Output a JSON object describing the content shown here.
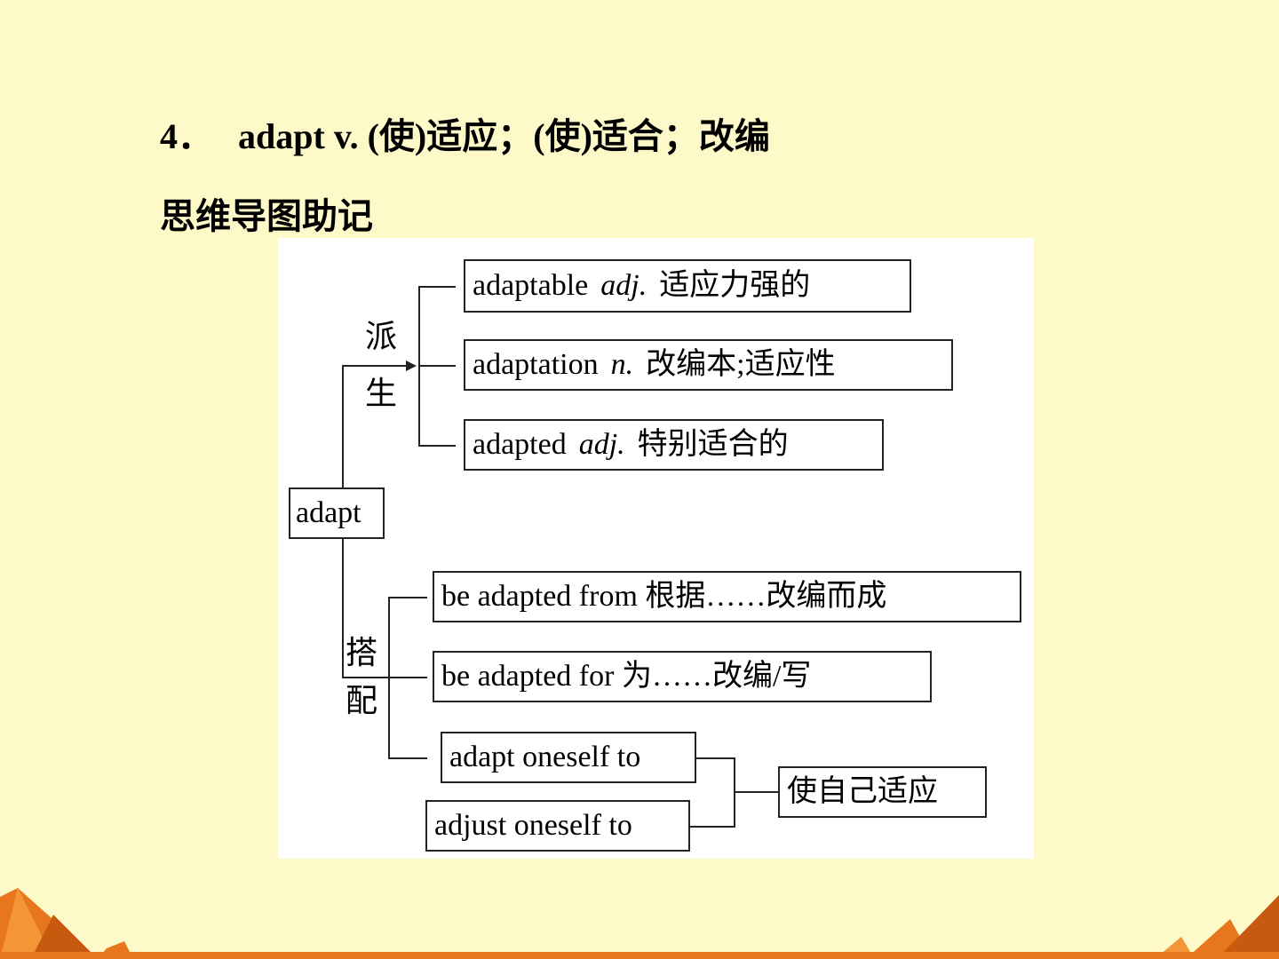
{
  "header": {
    "number": "4．",
    "word": "adapt",
    "pos": "v.",
    "meaning": "(使)适应；(使)适合；改编",
    "subtitle": "思维导图助记"
  },
  "diagram": {
    "root": "adapt",
    "derivation_label_1": "派",
    "derivation_label_2": "生",
    "collocation_label_1": "搭",
    "collocation_label_2": "配",
    "derivatives": [
      {
        "word": "adaptable",
        "pos": "adj.",
        "meaning": "适应力强的"
      },
      {
        "word": "adaptation",
        "pos": "n.",
        "meaning": "改编本;适应性"
      },
      {
        "word": "adapted",
        "pos": "adj.",
        "meaning": "特别适合的"
      }
    ],
    "collocations": [
      {
        "phrase": "be adapted from",
        "meaning": "根据……改编而成"
      },
      {
        "phrase": "be adapted for",
        "meaning": "为……改编/写"
      }
    ],
    "reflexive": [
      {
        "phrase": "adapt oneself to"
      },
      {
        "phrase": "adjust oneself to"
      }
    ],
    "reflexive_meaning": "使自己适应"
  }
}
